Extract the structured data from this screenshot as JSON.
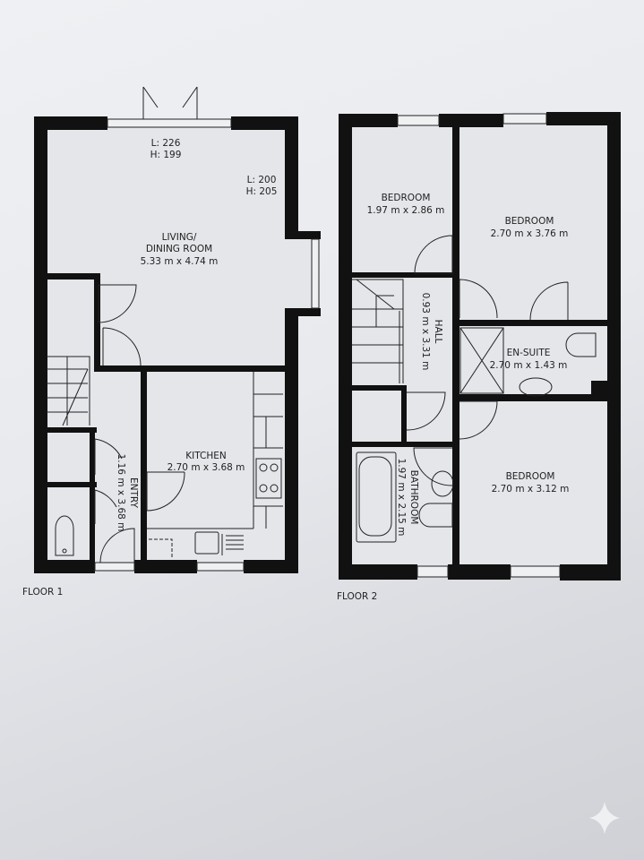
{
  "floors": [
    {
      "label": "FLOOR 1",
      "rooms": [
        {
          "name": "LIVING/",
          "name2": "DINING ROOM",
          "dimensions": "5.33 m x 4.74 m"
        },
        {
          "name": "KITCHEN",
          "dimensions": "2.70 m x 3.68 m"
        },
        {
          "name": "ENTRY",
          "dimensions": "1.16 m x 3.68 m"
        }
      ],
      "annotations": [
        {
          "l": "L: 226",
          "h": "H: 199"
        },
        {
          "l": "L: 200",
          "h": "H: 205"
        }
      ]
    },
    {
      "label": "FLOOR 2",
      "rooms": [
        {
          "name": "BEDROOM",
          "dimensions": "1.97 m x 2.86 m"
        },
        {
          "name": "BEDROOM",
          "dimensions": "2.70 m x 3.76 m"
        },
        {
          "name": "HALL",
          "dimensions": "0.93 m x 3.31 m"
        },
        {
          "name": "EN-SUITE",
          "dimensions": "2.70 m x 1.43 m"
        },
        {
          "name": "BEDROOM",
          "dimensions": "2.70 m x 3.12 m"
        },
        {
          "name": "BATHROOM",
          "dimensions": "1.97 m x 2.15 m"
        }
      ]
    }
  ],
  "watermark_icon": "sparkle-icon",
  "colors": {
    "wall": "#111111",
    "paper": "#e6e8ec"
  }
}
